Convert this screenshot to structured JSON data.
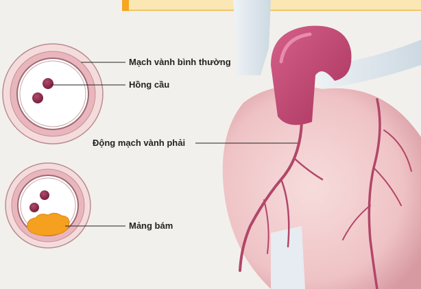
{
  "labels": {
    "normal_artery": "Mạch vành bình thường",
    "red_blood_cell": "Hồng cầu",
    "right_coronary_artery": "Động mạch vành phải",
    "plaque": "Mảng bám"
  },
  "colors": {
    "background": "#f2f0ec",
    "banner": "#fbe7b4",
    "banner_accent": "#f5a623",
    "vessel_wall": "#e9b9bf",
    "blood_cell": "#8b2f4a",
    "plaque": "#f5a01e",
    "heart": "#f1c9cb",
    "aorta": "#c44a76",
    "vessel_blue": "#e1e9ef"
  }
}
